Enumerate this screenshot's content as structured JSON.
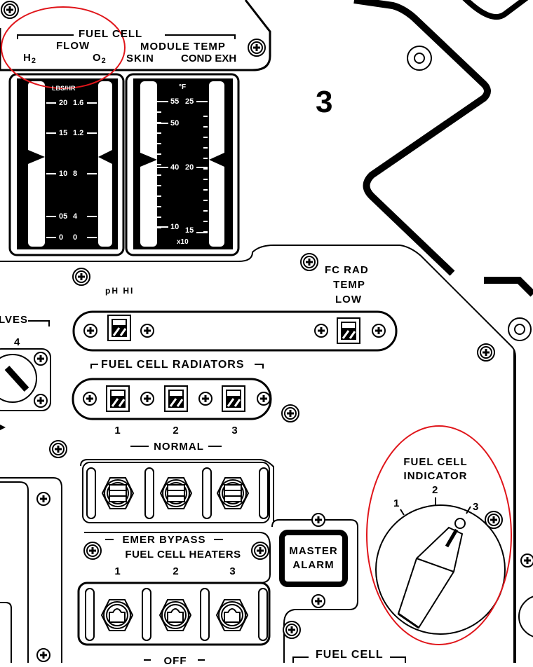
{
  "panel_number": "3",
  "fuel_cell_header": {
    "title": "FUEL CELL",
    "flow_label": "FLOW",
    "module_temp_label": "MODULE TEMP",
    "h2_label": "H",
    "h2_sub": "2",
    "o2_label": "O",
    "o2_sub": "2",
    "skin_label": "SKIN",
    "cond_exh_label": "COND EXH"
  },
  "flow_gauge": {
    "units": "LBS/HR",
    "h2_ticks": [
      "20",
      "15",
      "10",
      "05",
      "0"
    ],
    "o2_ticks": [
      "1.6",
      "1.2",
      "8",
      "4",
      "0"
    ],
    "h2_value_fraction": 0.55,
    "o2_value_fraction": 0.55
  },
  "temp_gauge": {
    "units": "°F",
    "skin_ticks": [
      "55",
      "50",
      "40",
      "10"
    ],
    "cond_ticks": [
      "25",
      "20",
      "15"
    ],
    "multiplier": "x10",
    "skin_value_fraction": 0.58,
    "cond_value_fraction": 0.58
  },
  "ph_hi": {
    "label": "pH HI"
  },
  "fc_rad_temp_low": {
    "line1": "FC RAD",
    "line2": "TEMP",
    "line3": "LOW"
  },
  "valves": {
    "label": "LVES",
    "number": "4"
  },
  "radiators": {
    "title": "FUEL CELL RADIATORS",
    "items": [
      "1",
      "2",
      "3"
    ],
    "normal_label": "NORMAL"
  },
  "heaters": {
    "title1": "EMER BYPASS",
    "title2": "FUEL CELL HEATERS",
    "items": [
      "1",
      "2",
      "3"
    ],
    "off_label": "OFF"
  },
  "master_alarm": {
    "line1": "MASTER",
    "line2": "ALARM"
  },
  "indicator": {
    "title1": "FUEL CELL",
    "title2": "INDICATOR",
    "positions": [
      "1",
      "2",
      "3"
    ],
    "selected": "3"
  },
  "bottom_label": {
    "title": "FUEL CELL"
  },
  "annotation_color": "#e0161b"
}
